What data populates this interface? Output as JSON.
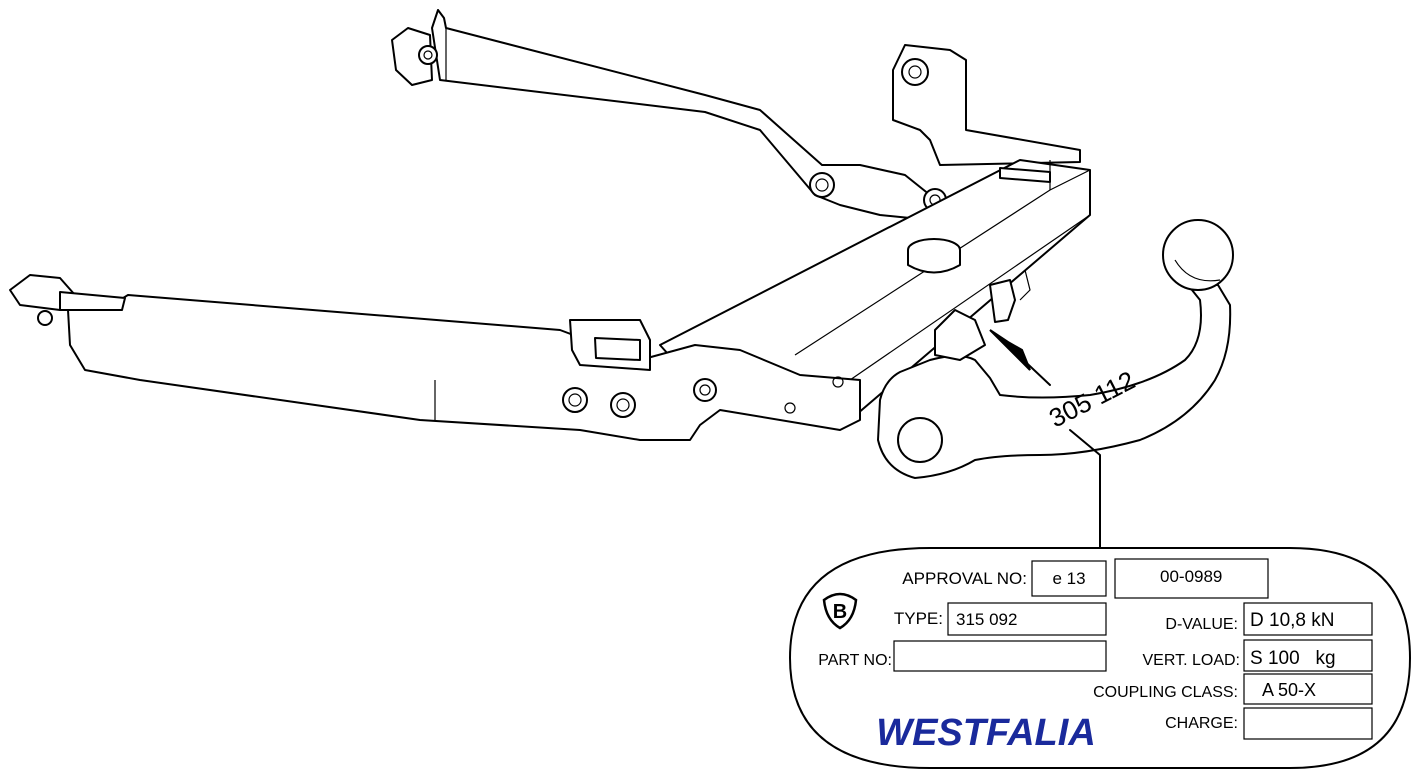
{
  "drawing": {
    "part_number_label": "305 112"
  },
  "plate": {
    "symbol": "B",
    "approval_label": "APPROVAL NO:",
    "approval_value_1": "e 13",
    "approval_value_2": "00-0989",
    "type_label": "TYPE:",
    "type_value": "315 092",
    "dvalue_label": "D-VALUE:",
    "dvalue_value": "D 10,8 kN",
    "partno_label": "PART NO:",
    "partno_value": "",
    "vertload_label": "VERT. LOAD:",
    "vertload_value": "S 100   kg",
    "coupling_label": "COUPLING CLASS:",
    "coupling_value": "A 50-X",
    "charge_label": "CHARGE:",
    "charge_value": "",
    "brand": "WESTFALIA"
  },
  "colors": {
    "brand": "#1a2a9c",
    "line": "#000000"
  }
}
